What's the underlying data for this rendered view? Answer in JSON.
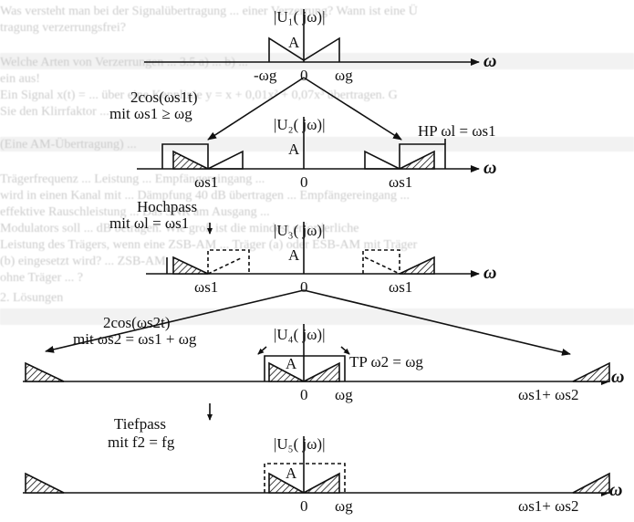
{
  "ghost_text": [
    "Was versteht man bei der Signalübertragung ... einer Verzerrung? Wann ist eine Ü",
    "tragung verzerrungsfrei?",
    "Welche Arten von Verzerrungen ... 3.5 a) ... b) ...",
    "ein aus!",
    "Ein Signal x(t) = ... über eine Kennlinie y = x + 0,01x² + 0,07x³ übertragen. G",
    "Sie den Klirrfaktor ...",
    "(Eine AM-Übertragung) ...",
    "Trägerfrequenz ... Leistung ... Empfängereingang ...",
    "wird in einen Kanal mit ... Dämpfung 40 dB übertragen ... Empfängereingang ...",
    "effektive Rauschleistung ... Das SNR am Ausgang ...",
    "Modulators soll ... dB betragen. Wie groß ist die mindest erforderliche",
    "Leistung des Trägers, wenn eine ZSB-AM ... Träger (a) oder ESB-AM mit Träger",
    "(b) eingesetzt wird? ... ZSB-AM",
    "ohne Träger ... ?",
    "2. Lösungen"
  ],
  "diagram": {
    "omega": "ω",
    "zero": "0",
    "row1": {
      "spectrum": "|U₁( jω)|",
      "amplitude": "A",
      "neg_band": "-ωg",
      "pos_band": "ωg"
    },
    "mix1": {
      "line1": "2cos(ωs1t)",
      "line2": "mit ωs1 ≥  ωg"
    },
    "row2": {
      "spectrum": "|U₂( jω)|",
      "amplitude": "A",
      "filter_label": "HP  ωl = ωs1",
      "carrier_neg": "ωs1",
      "carrier_pos": "ωs1"
    },
    "highpass": {
      "line1": "Hochpass",
      "line2": "mit ωl = ωs1"
    },
    "row3": {
      "spectrum": "|U₃( jω)|",
      "amplitude": "A",
      "carrier_neg": "ωs1",
      "carrier_pos": "ωs1"
    },
    "mix2": {
      "line1": "2cos(ωs2t)",
      "line2": "mit ωs2 = ωs1 + ωg"
    },
    "row4": {
      "spectrum": "|U₄( jω)|",
      "amplitude": "A",
      "filter_label": "TP  ω2 = ωg",
      "band": "ωg",
      "sum": "ωs1+ ωs2"
    },
    "lowpass": {
      "line1": "Tiefpass",
      "line2": "mit f2 = fg"
    },
    "row5": {
      "spectrum": "|U₅( jω)|",
      "amplitude": "A",
      "band": "ωg",
      "sum": "ωs1+ ωs2"
    }
  }
}
